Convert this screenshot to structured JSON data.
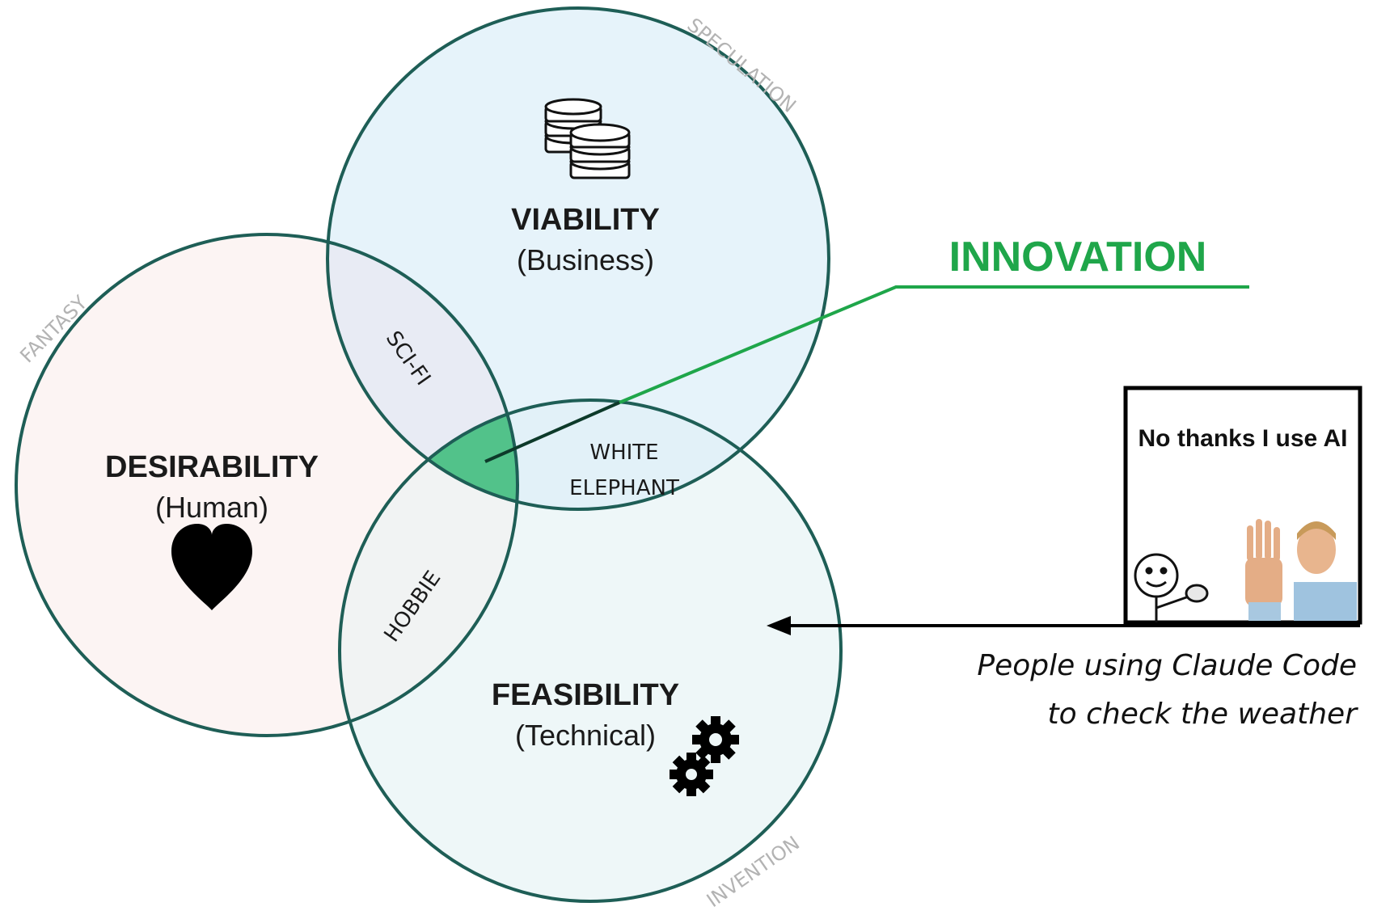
{
  "circles": {
    "viability": {
      "title": "VIABILITY",
      "subtitle": "(Business)",
      "icon": "coins-icon",
      "fill": "#e6f3fa"
    },
    "desirability": {
      "title": "DESIRABILITY",
      "subtitle": "(Human)",
      "icon": "heart-icon",
      "fill": "#fcf4f3"
    },
    "feasibility": {
      "title": "FEASIBILITY",
      "subtitle": "(Technical)",
      "icon": "gears-icon",
      "fill": "#eef7f8"
    }
  },
  "overlaps": {
    "scifi": "SCI-FI",
    "white_elephant_line1": "WHITE",
    "white_elephant_line2": "ELEPHANT",
    "hobbie": "HOBBIE",
    "center_fill": "#52c28a"
  },
  "edge_labels": {
    "speculation": "SPECULATION",
    "fantasy": "FANTASY",
    "invention": "INVENTION"
  },
  "callout": {
    "label": "INNOVATION",
    "color": "#1fa64a"
  },
  "meme": {
    "text": "No thanks I use AI"
  },
  "caption": {
    "line1": "People using Claude Code",
    "line2": "to check the weather"
  },
  "colors": {
    "circle_stroke": "#1e5e56"
  }
}
